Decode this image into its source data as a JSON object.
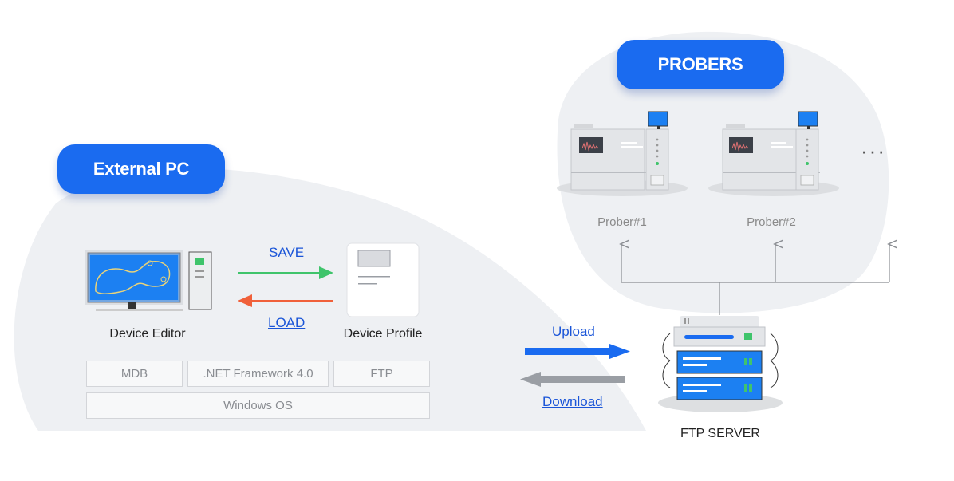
{
  "colors": {
    "accent_blue": "#1a6bf0",
    "save_arrow": "#3fc46b",
    "load_arrow": "#f0603a",
    "upload_arrow": "#1a6bf0",
    "download_arrow": "#9a9ea4",
    "region_bg": "#eef0f3"
  },
  "external_pc": {
    "title": "External PC",
    "device_editor_label": "Device Editor",
    "device_profile_label": "Device Profile",
    "save_label": "SAVE",
    "load_label": "LOAD",
    "stack": {
      "mdb": "MDB",
      "net_framework": ".NET Framework 4.0",
      "ftp": "FTP",
      "windows_os": "Windows OS"
    }
  },
  "transfer": {
    "upload_label": "Upload",
    "download_label": "Download"
  },
  "ftp_server": {
    "label": "FTP SERVER"
  },
  "probers": {
    "title": "PROBERS",
    "items": [
      {
        "label": "Prober#1"
      },
      {
        "label": "Prober#2"
      }
    ],
    "more": "···"
  }
}
